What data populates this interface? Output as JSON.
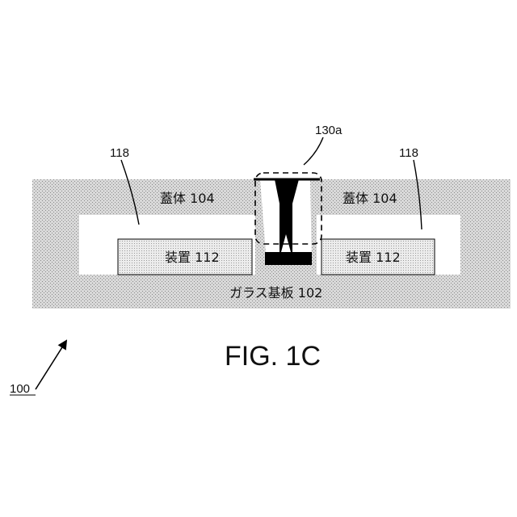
{
  "labels": {
    "lid_left": "蓋体 104",
    "lid_right": "蓋体 104",
    "device_left": "装置 112",
    "device_right": "装置 112",
    "substrate": "ガラス基板 102",
    "ref_118_left": "118",
    "ref_118_right": "118",
    "ref_130a": "130a",
    "figure_title": "FIG. 1C",
    "assembly_ref": "100"
  }
}
